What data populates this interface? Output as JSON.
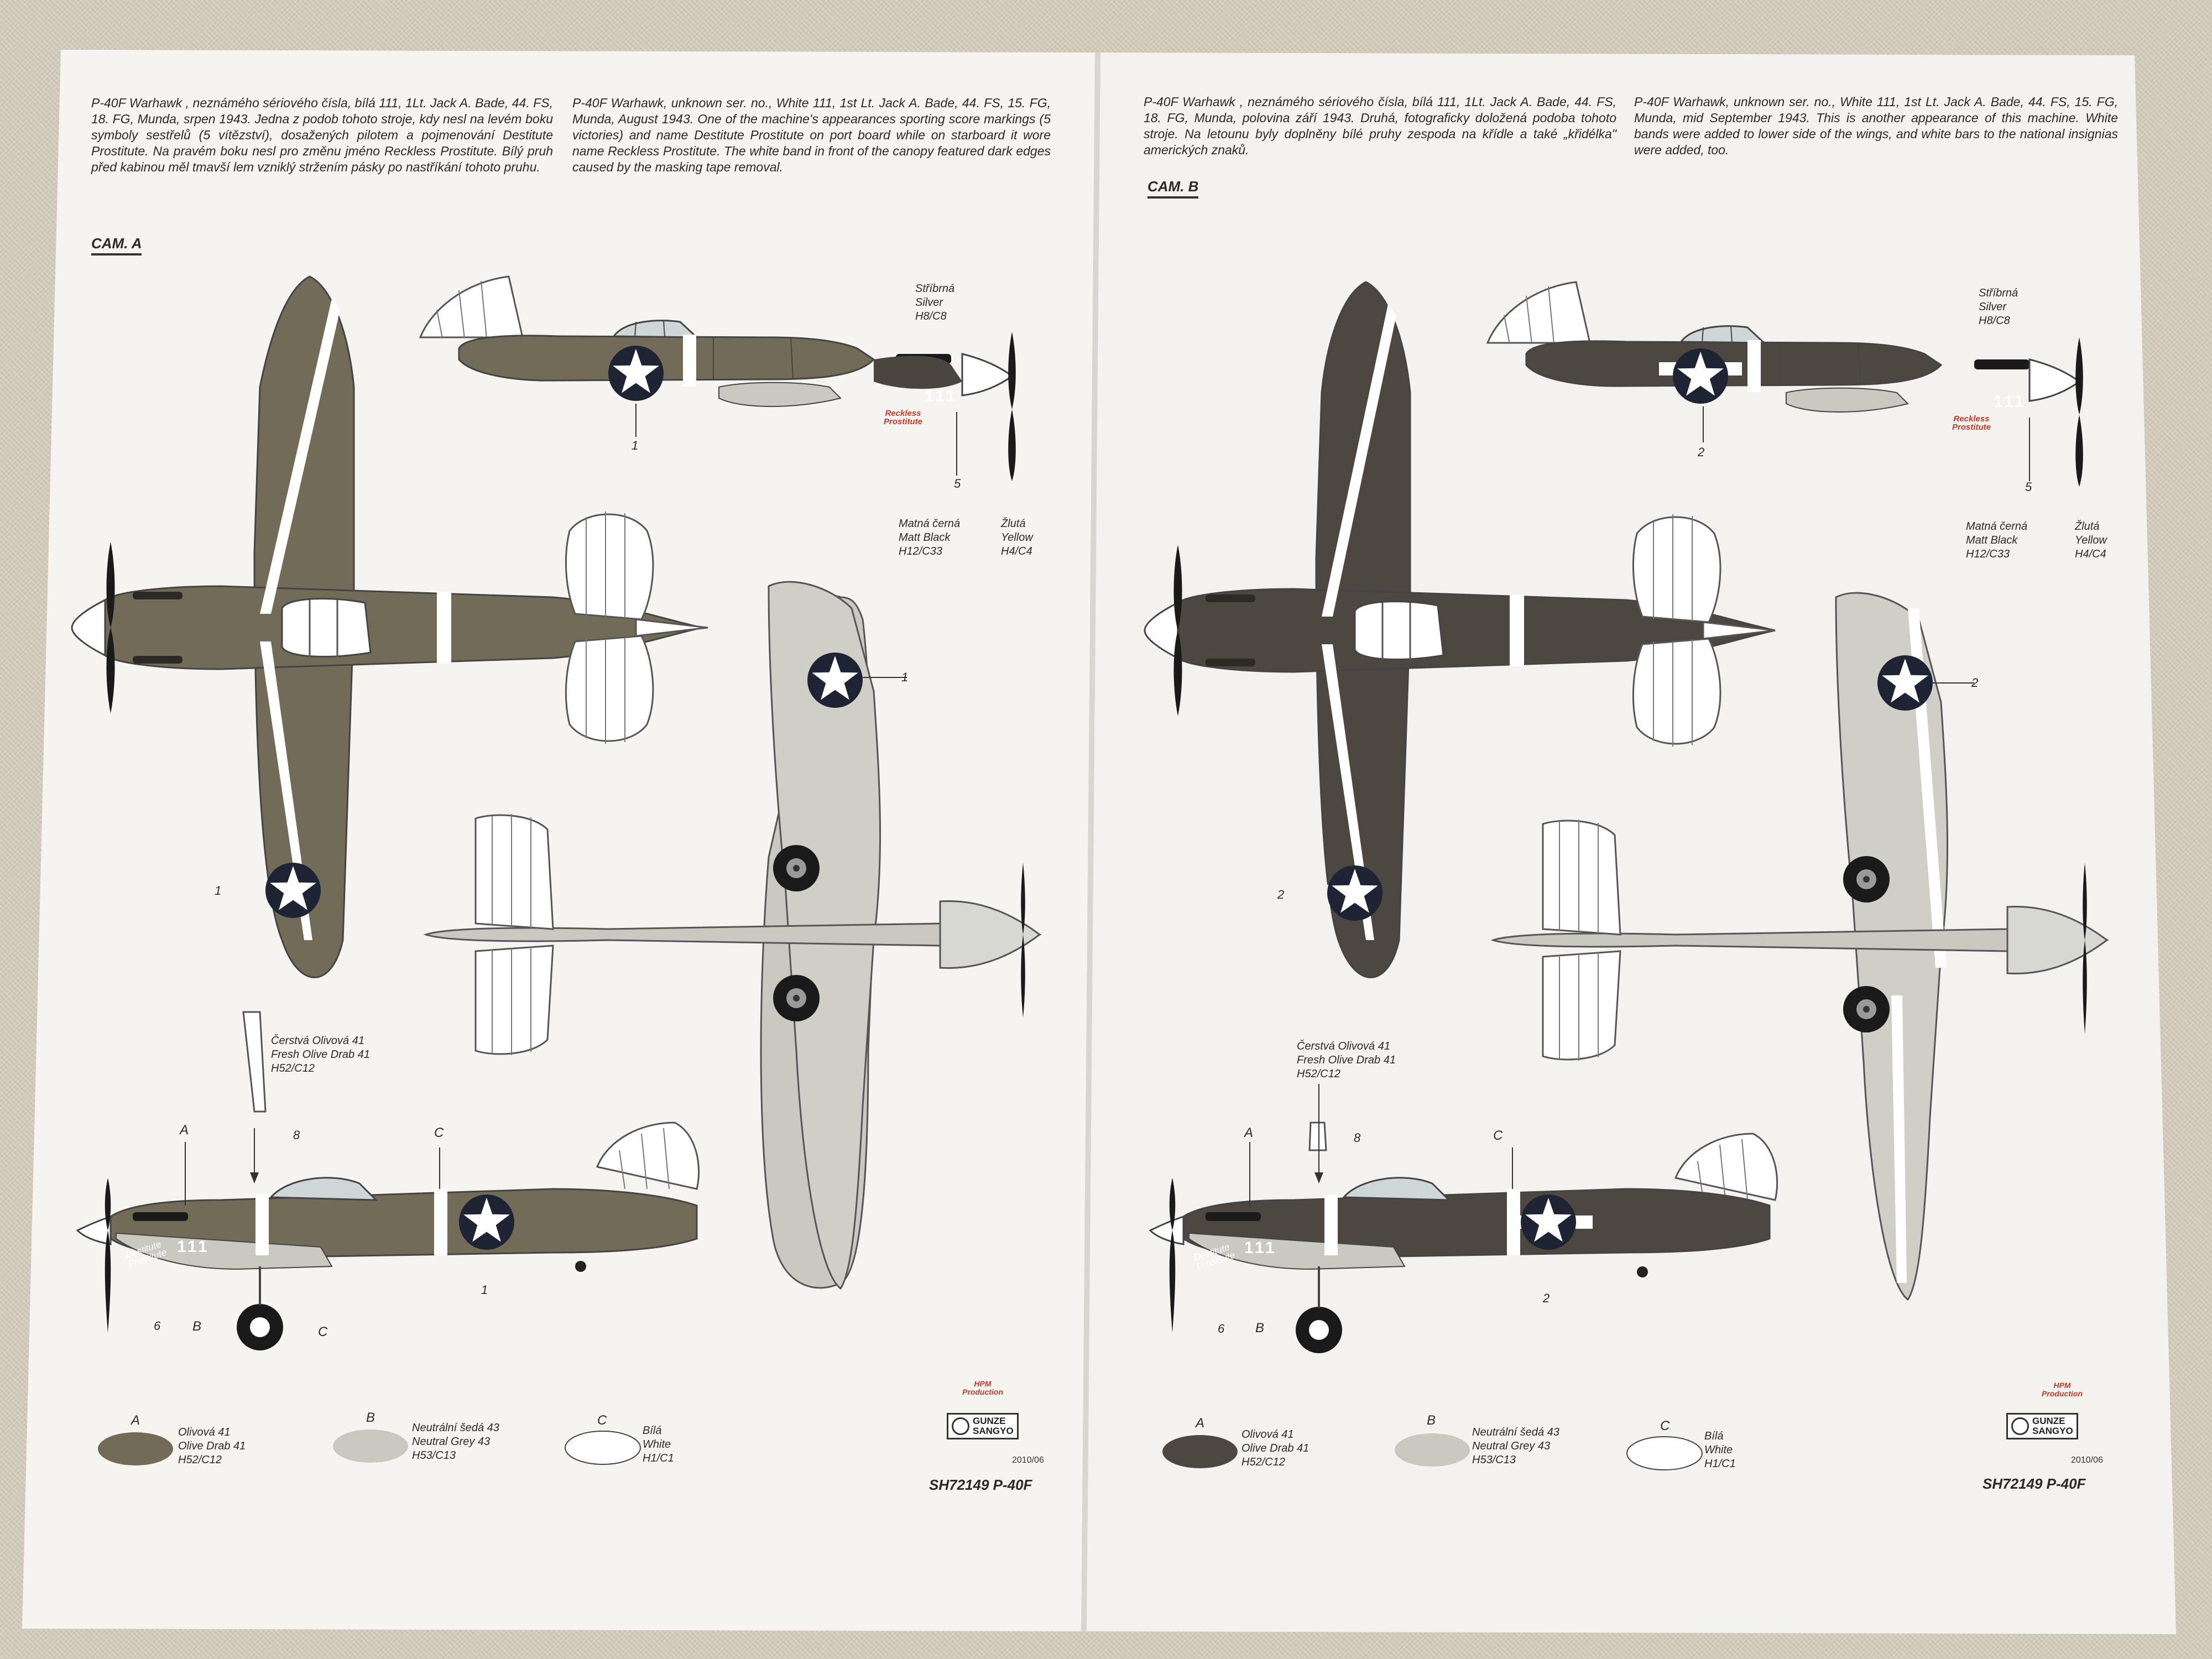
{
  "colors": {
    "paper": "#f5f4f1",
    "olive_drab": "#716b58",
    "olive_drab_dark": "#4d4741",
    "neutral_grey": "#c9c9c1",
    "white": "#ffffff",
    "national_blue": "#1e2433",
    "outline": "#555555"
  },
  "left": {
    "text_cz": "P-40F Warhawk , neznámého sériového čísla, bílá 111, 1Lt. Jack A. Bade, 44. FS, 18. FG, Munda, srpen 1943. Jedna z podob tohoto stroje, kdy nesl na levém boku symboly sestřelů (5 vítězství), dosažených pilotem a pojmenování Destitute Prostitute. Na pravém boku nesl pro změnu jméno Reckless Prostitute. Bílý pruh před kabinou měl tmavší lem vzniklý stržením pásky po nastříkání tohoto pruhu.",
    "text_en": "P-40F Warhawk, unknown ser. no., White 111, 1st Lt. Jack A. Bade, 44. FS, 15. FG, Munda, August 1943. One of the machine's appearances sporting score markings (5 victories) and name Destitute Prostitute on port board while on starboard it wore name Reckless Prostitute. The white band in front of the canopy featured dark edges caused by the masking tape removal.",
    "cam_label": "CAM. A",
    "callout_silver": "Stříbrná\nSilver\nH8/C8",
    "callout_black": "Matná černá\nMatt Black\nH12/C33",
    "callout_yellow": "Žlutá\nYellow\nH4/C4",
    "callout_fresh": "Čerstvá Olivová 41\nFresh Olive Drab 41\nH52/C12",
    "num_1": "1",
    "num_5": "5",
    "num_6": "6",
    "num_8": "8",
    "letter_a": "A",
    "letter_b": "B",
    "letter_c": "C",
    "nose_name": "Reckless\nProstitute",
    "side_name": "Destitute\nProstitute",
    "code": "111",
    "legend": [
      {
        "letter": "A",
        "text": "Olivová 41\nOlive Drab 41\nH52/C12"
      },
      {
        "letter": "B",
        "text": "Neutrální šedá 43\nNeutral Grey 43\nH53/C13"
      },
      {
        "letter": "C",
        "text": "Bílá\nWhite\nH1/C1"
      }
    ],
    "producer": "HPM\nProduction",
    "brand": "GUNZE\nSANGYO",
    "date": "2010/06",
    "footer": "SH72149 P-40F"
  },
  "right": {
    "text_cz": "P-40F Warhawk , neznámého sériového čísla, bílá 111, 1Lt. Jack A. Bade, 44. FS, 18. FG, Munda, polovina září 1943. Druhá, fotograficky doložená podoba tohoto stroje. Na letounu byly doplněny bílé pruhy zespoda na křídle a také „křidélka\" amerických znaků.",
    "text_en": "P-40F Warhawk, unknown ser. no., White 111, 1st Lt. Jack A. Bade, 44. FS, 15. FG, Munda, mid September 1943. This is another appearance of this machine. White bands were added to lower side of the wings, and white bars to the national insignias were added, too.",
    "cam_label": "CAM. B",
    "callout_silver": "Stříbrná\nSilver\nH8/C8",
    "callout_black": "Matná černá\nMatt Black\nH12/C33",
    "callout_yellow": "Žlutá\nYellow\nH4/C4",
    "callout_fresh": "Čerstvá Olivová 41\nFresh Olive Drab 41\nH52/C12",
    "num_2": "2",
    "num_5": "5",
    "num_6": "6",
    "num_8": "8",
    "letter_a": "A",
    "letter_b": "B",
    "letter_c": "C",
    "nose_name": "Reckless\nProstitute",
    "side_name": "Destitute\nProstitute",
    "code": "111",
    "legend": [
      {
        "letter": "A",
        "text": "Olivová 41\nOlive Drab 41\nH52/C12"
      },
      {
        "letter": "B",
        "text": "Neutrální šedá 43\nNeutral Grey 43\nH53/C13"
      },
      {
        "letter": "C",
        "text": "Bílá\nWhite\nH1/C1"
      }
    ],
    "producer": "HPM\nProduction",
    "brand": "GUNZE\nSANGYO",
    "date": "2010/06",
    "footer": "SH72149 P-40F"
  }
}
